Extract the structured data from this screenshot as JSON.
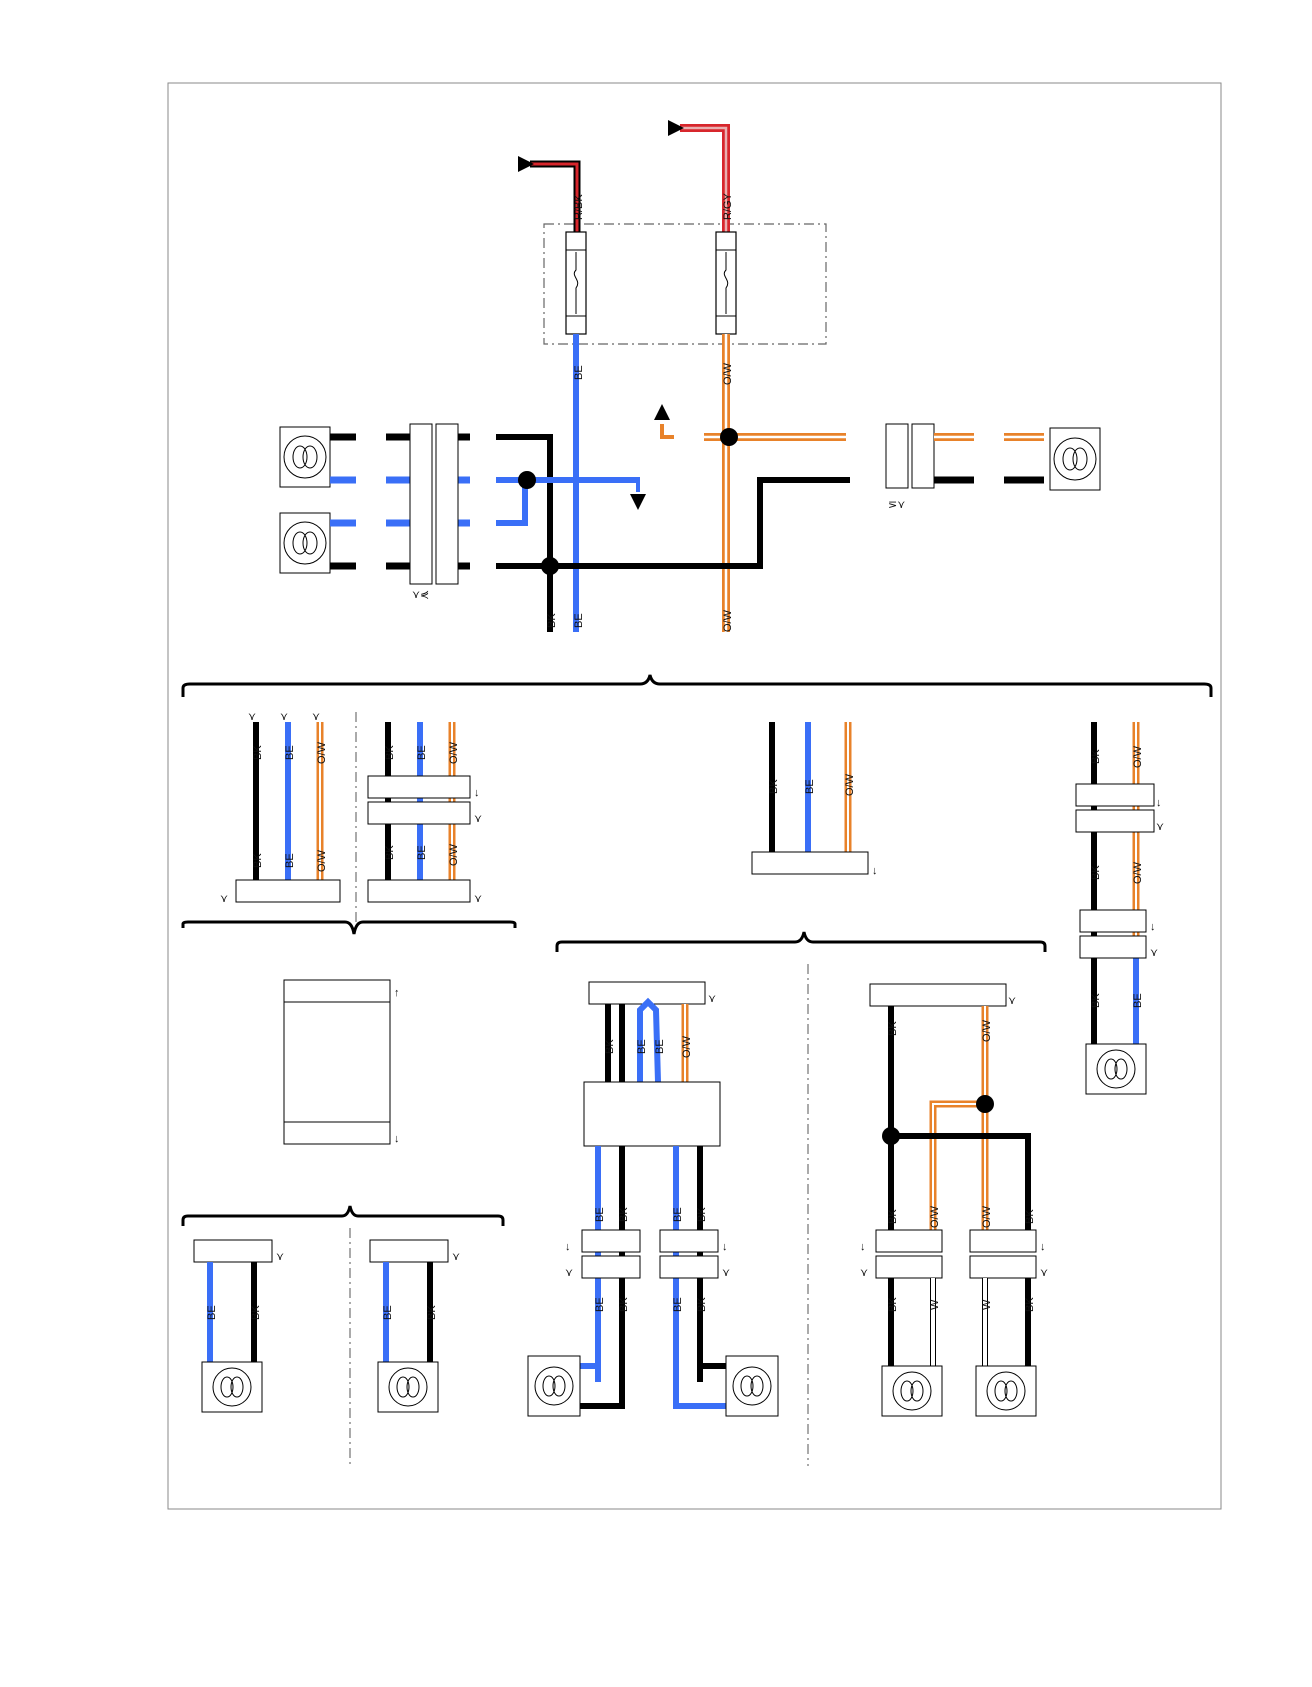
{
  "colors": {
    "BK": "#000000",
    "BE": "#3a6ff7",
    "O": "#e8822a",
    "R": "#d7262c",
    "GY": "#bdbdbd",
    "W": "#ffffff",
    "frame": "#8a8a8a"
  },
  "wire_codes": {
    "rbk": "R/BK",
    "rgy": "R/GY",
    "be": "BE",
    "ow": "O/W",
    "bk": "BK",
    "w": "W"
  }
}
